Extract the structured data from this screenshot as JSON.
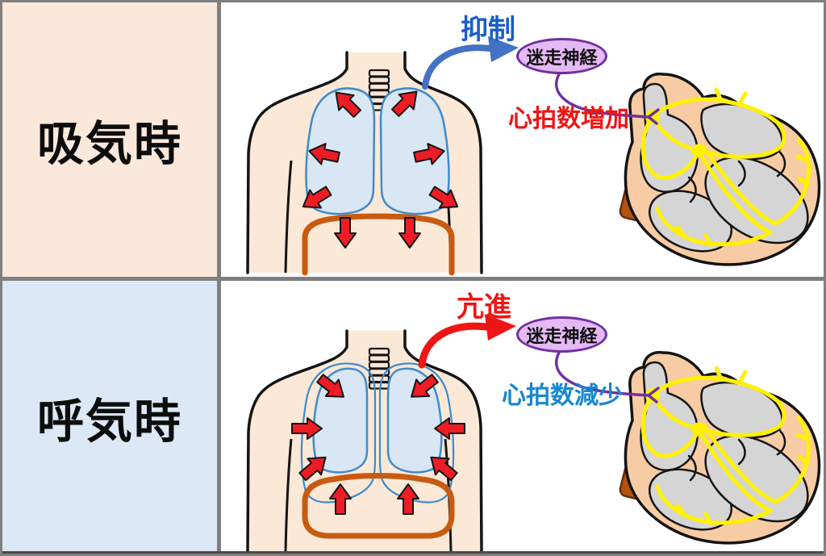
{
  "figure": {
    "description": "Respiratory sinus arrhythmia diagram: effect of inhalation and exhalation on the vagus nerve and heart rate",
    "rows": [
      {
        "id": "inhalation",
        "title": "吸気時",
        "vagus_action": "抑制",
        "nerve_label": "迷走神経",
        "heart_effect": "心拍数増加",
        "lung_state": "expanding-outward-arrows",
        "diaphragm_state": "moving-down",
        "colors": {
          "panel_bg": "#FAE8DB",
          "action_text": "#1A5EC8",
          "action_arrow": "#4472C4",
          "effect_text": "#EF1515"
        }
      },
      {
        "id": "exhalation",
        "title": "呼気時",
        "vagus_action": "亢進",
        "nerve_label": "迷走神経",
        "heart_effect": "心拍数減少",
        "lung_state": "contracting-inward-arrows",
        "diaphragm_state": "moving-up",
        "colors": {
          "panel_bg": "#DCE8F5",
          "action_text": "#EF1515",
          "action_arrow": "#EF1515",
          "effect_text": "#1687D3"
        }
      }
    ],
    "shared_colors": {
      "grid_border": "#7f7f7f",
      "skin": "#FBE8D6",
      "outline": "#141414",
      "lung_fill": "#D9E6F4",
      "lung_stroke": "#3E8BCC",
      "diaphragm": "#C75B11",
      "motion_arrow": "#EE1C25",
      "heart_wall": "#F7CBA4",
      "heart_chamber": "#D5D5D5",
      "conduction_yellow": "#FFF100",
      "vena_cava_brown": "#B5520F",
      "vagus_purple": "#7030A0",
      "nerve_oval_fill": "#E5B9F4"
    }
  }
}
